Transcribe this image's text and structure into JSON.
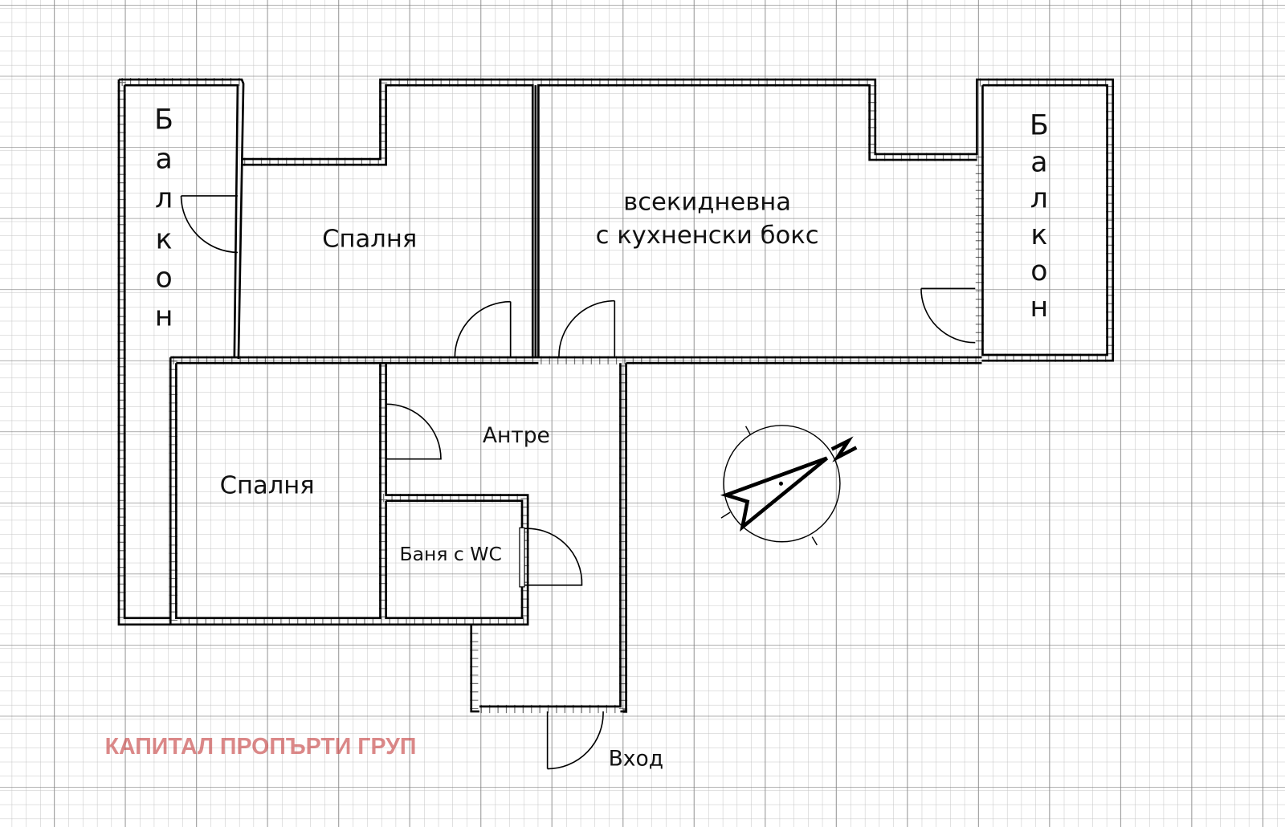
{
  "plan": {
    "rooms": [
      {
        "id": "balcony-left",
        "label": "Балкон",
        "orientation": "vertical"
      },
      {
        "id": "bedroom-top",
        "label": "Спалня"
      },
      {
        "id": "living-room",
        "label_line1": "всекидневна",
        "label_line2": "с кухненски бокс"
      },
      {
        "id": "balcony-right",
        "label": "Балкон",
        "orientation": "vertical"
      },
      {
        "id": "bedroom-bottom",
        "label": "Спалня"
      },
      {
        "id": "hallway",
        "label": "Антре"
      },
      {
        "id": "bathroom",
        "label": "Баня с WC"
      },
      {
        "id": "entrance",
        "label": "Вход"
      }
    ],
    "balcony_left_letters": [
      "Б",
      "а",
      "л",
      "к",
      "о",
      "н"
    ],
    "balcony_right_letters": [
      "Б",
      "а",
      "л",
      "к",
      "о",
      "н"
    ],
    "compass": {
      "north_label": "N"
    },
    "watermark": "КАПИТАЛ ПРОПЪРТИ ГРУП"
  },
  "colors": {
    "watermark": "#c84a4a",
    "grid_minor": "#c8c8c8",
    "grid_major": "#8a8a8a",
    "wall": "#000000"
  }
}
